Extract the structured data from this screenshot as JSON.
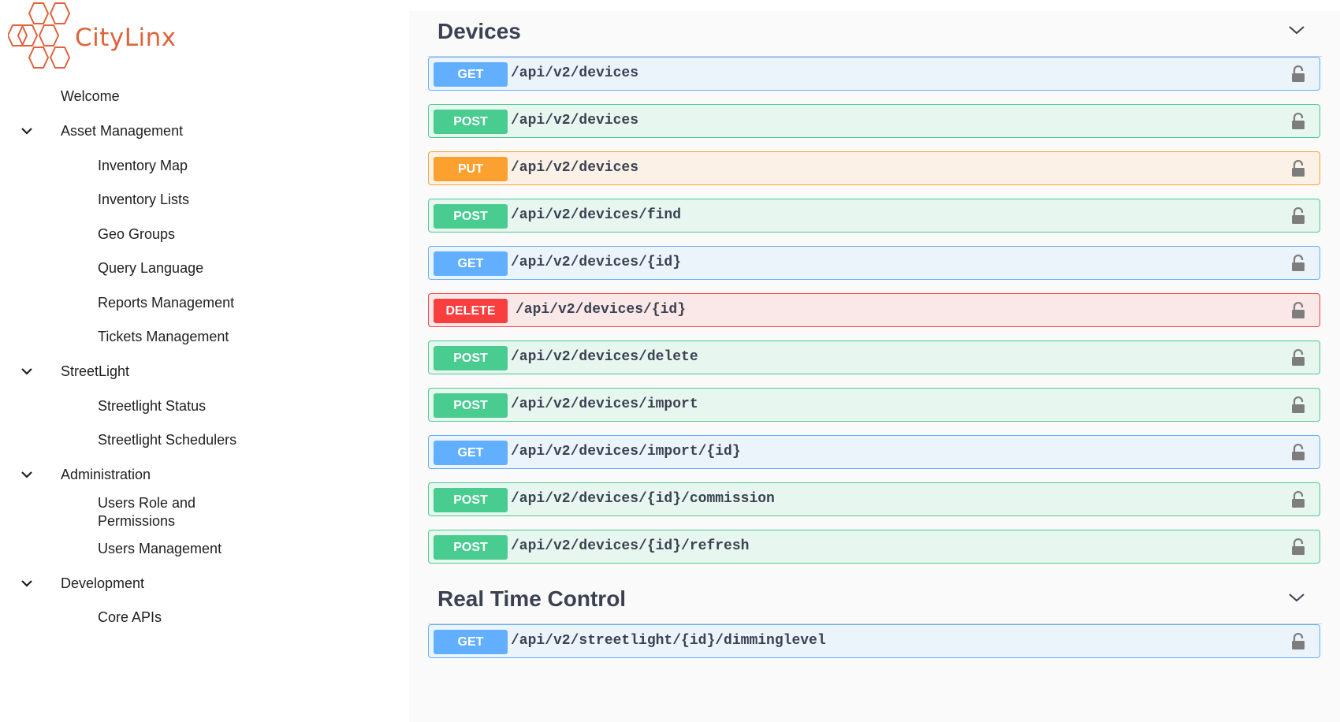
{
  "brand": {
    "name": "CityLinx",
    "color": "#e0633d"
  },
  "sidebar": {
    "items": [
      {
        "label": "Welcome",
        "level": "top"
      },
      {
        "label": "Asset Management",
        "level": "top",
        "expanded": true
      },
      {
        "label": "Inventory Map",
        "level": "sub"
      },
      {
        "label": "Inventory Lists",
        "level": "sub"
      },
      {
        "label": "Geo Groups",
        "level": "sub"
      },
      {
        "label": "Query Language",
        "level": "sub"
      },
      {
        "label": "Reports Management",
        "level": "sub"
      },
      {
        "label": "Tickets Management",
        "level": "sub"
      },
      {
        "label": "StreetLight",
        "level": "top",
        "expanded": true
      },
      {
        "label": "Streetlight Status",
        "level": "sub"
      },
      {
        "label": "Streetlight Schedulers",
        "level": "sub"
      },
      {
        "label": "Administration",
        "level": "top",
        "expanded": true
      },
      {
        "label": "Users Role and",
        "label2": "Permissions",
        "level": "sub"
      },
      {
        "label": "Users Management",
        "level": "sub"
      },
      {
        "label": "Development",
        "level": "top",
        "expanded": true
      },
      {
        "label": "Core APIs",
        "level": "sub"
      }
    ]
  },
  "sections": [
    {
      "title": "Devices",
      "operations": [
        {
          "method": "GET",
          "path": "/api/v2/devices"
        },
        {
          "method": "POST",
          "path": "/api/v2/devices"
        },
        {
          "method": "PUT",
          "path": "/api/v2/devices"
        },
        {
          "method": "POST",
          "path": "/api/v2/devices/find"
        },
        {
          "method": "GET",
          "path": "/api/v2/devices/{id}"
        },
        {
          "method": "DELETE",
          "path": "/api/v2/devices/{id}"
        },
        {
          "method": "POST",
          "path": "/api/v2/devices/delete"
        },
        {
          "method": "POST",
          "path": "/api/v2/devices/import"
        },
        {
          "method": "GET",
          "path": "/api/v2/devices/import/{id}"
        },
        {
          "method": "POST",
          "path": "/api/v2/devices/{id}/commission"
        },
        {
          "method": "POST",
          "path": "/api/v2/devices/{id}/refresh"
        }
      ]
    },
    {
      "title": "Real Time Control",
      "operations": [
        {
          "method": "GET",
          "path": "/api/v2/streetlight/{id}/dimminglevel"
        }
      ]
    }
  ],
  "icons": {
    "chevron": "chevron-down-icon",
    "lock": "lock-icon",
    "logo": "hexagon-logo-icon"
  },
  "colors": {
    "get": "#61affe",
    "post": "#49cc90",
    "put": "#fca130",
    "delete": "#f93e3e"
  }
}
